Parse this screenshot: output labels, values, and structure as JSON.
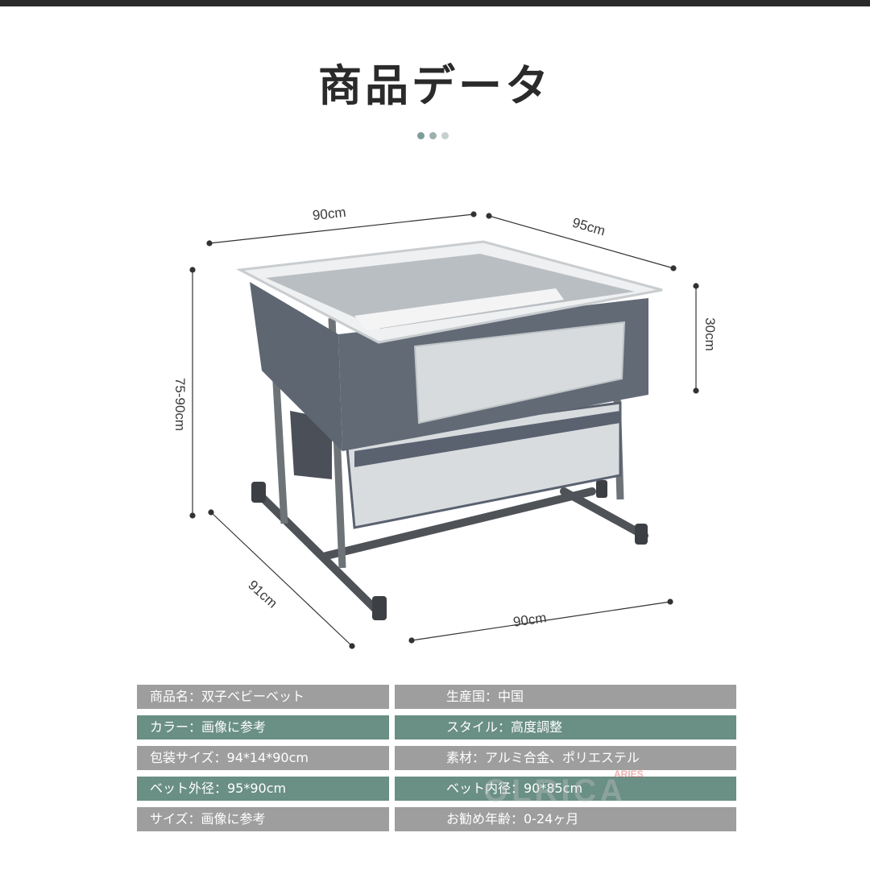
{
  "header": {
    "title": "商品データ",
    "dots": [
      {
        "color": "#7d9c9a"
      },
      {
        "color": "#9cb0ae"
      },
      {
        "color": "#c5d0cf"
      }
    ]
  },
  "dimensions": {
    "top_width": "90cm",
    "top_depth": "95cm",
    "side_height": "30cm",
    "total_height": "75-90cm",
    "base_depth": "91cm",
    "base_width": "90cm"
  },
  "specs": {
    "rows": [
      {
        "left": "商品名：双子ベビーベット",
        "right": "生産国：中国",
        "color": "#9e9e9e"
      },
      {
        "left": "カラー：画像に参考",
        "right": "スタイル：高度調整",
        "color": "#6a8f84"
      },
      {
        "left": "包装サイズ：94*14*90cm",
        "right": "素材：アルミ合金、ポリエステル",
        "color": "#9e9e9e"
      },
      {
        "left": "ベット外径：95*90cm",
        "right": "ベット内径：90*85cm",
        "color": "#6a8f84"
      },
      {
        "left": "サイズ：画像に参考",
        "right": "お勧め年齢：0-24ヶ月",
        "color": "#9e9e9e"
      }
    ]
  },
  "watermark": {
    "text": "OLRICA",
    "small": "ARIES"
  },
  "colors": {
    "accent_green": "#6a8f84",
    "row_gray": "#9e9e9e",
    "fabric": "#5a6270",
    "frame": "#6e7378"
  }
}
